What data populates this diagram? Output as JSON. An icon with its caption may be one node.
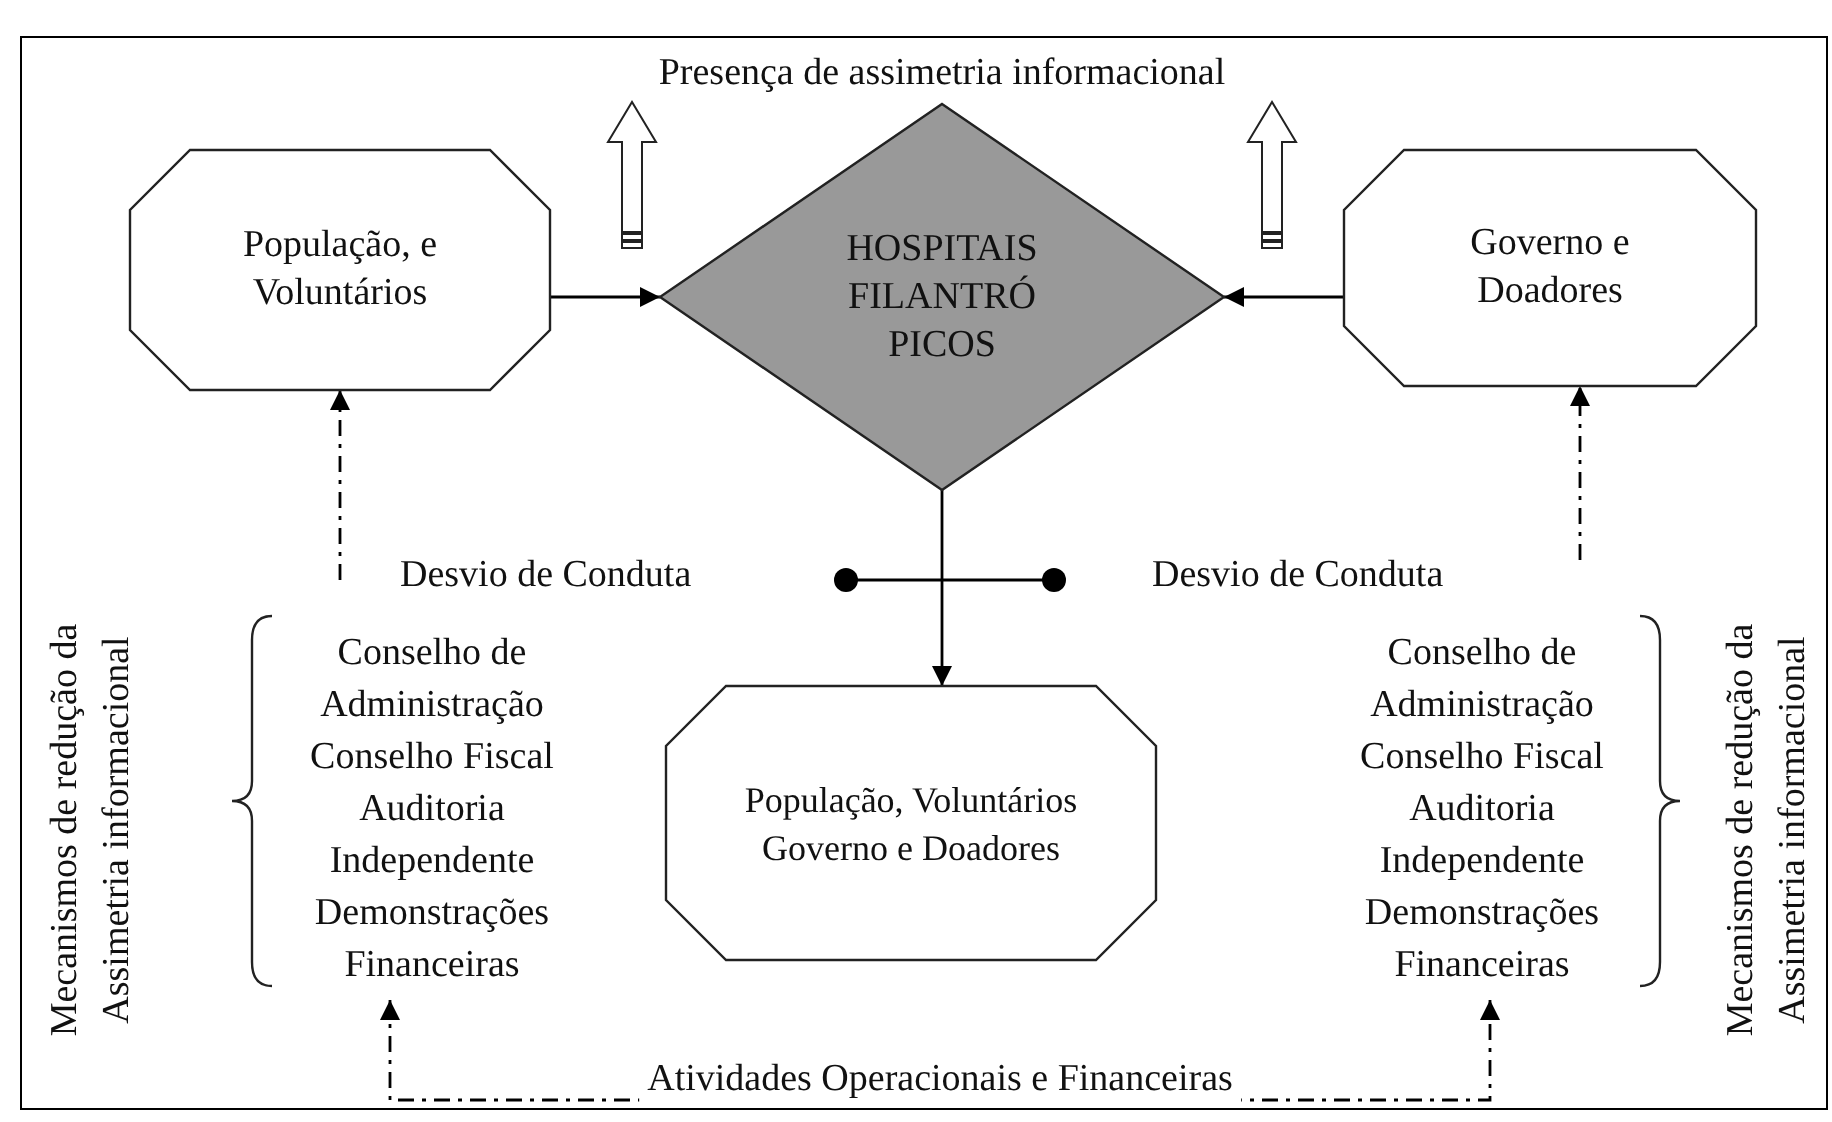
{
  "diagram": {
    "nodes": [
      {
        "text": [
          "Presença de assimetria informacional"
        ]
      },
      {
        "text": [
          "População, e Voluntários"
        ]
      },
      {
        "text": [
          "HOSPITAIS FILANTRÓ PICOS"
        ]
      },
      {
        "text": [
          "Governo e Doadores"
        ]
      },
      {
        "text": [
          "Conselho de Administração Conselho Fiscal Auditoria Independente Demonstrações Financeiras"
        ]
      },
      {
        "text": [
          "População, Voluntários Governo e Doadores"
        ]
      },
      {
        "text": [
          "Conselho de Administração Conselho Fiscal Auditoria Independente Demonstrações Financeiras"
        ]
      }
    ],
    "edges": [
      {
        "from": 1,
        "to": 2,
        "arrow": "to"
      },
      {
        "from": 3,
        "to": 2,
        "arrow": "to"
      },
      {
        "from": 2,
        "to": 5,
        "arrow": "to"
      },
      {
        "from": 4,
        "to": 1,
        "arrow": "to",
        "style": "dashed"
      },
      {
        "from": 6,
        "to": 3,
        "arrow": "to",
        "style": "dashed"
      },
      {
        "from": 4,
        "to": 6,
        "arrow": "both",
        "style": "dashed",
        "label": "Atividades Operacionais e Financeiras"
      },
      {
        "from": null,
        "to": 0,
        "arrow": "to",
        "style": "thick"
      },
      {
        "from": null,
        "to": 0,
        "arrow": "to",
        "style": "thick"
      }
    ],
    "labels": [
      "Desvio de Conduta",
      "Desvio de Conduta",
      "Mecanismos de redução da Assimetria informacional",
      "Mecanismos de redução da Assimetria informacional"
    ]
  }
}
